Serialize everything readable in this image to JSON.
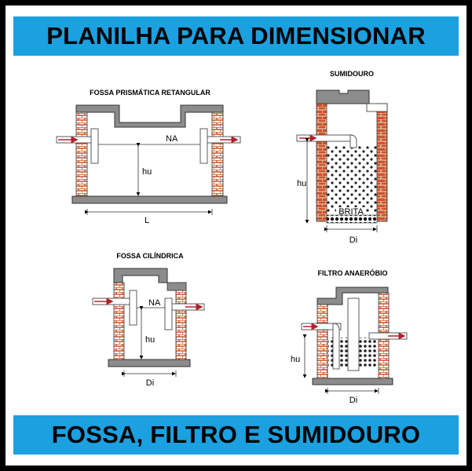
{
  "header": {
    "title": "PLANILHA PARA DIMENSIONAR"
  },
  "footer": {
    "title": "FOSSA, FILTRO E SUMIDOURO"
  },
  "diagrams": {
    "rect_tank": {
      "title": "FOSSA PRISMÁTICA RETANGULAR",
      "water_level": "NA",
      "height": "hu",
      "length": "L"
    },
    "sumidouro": {
      "title": "SUMIDOURO",
      "height": "hu",
      "gravel": "BRITA",
      "diameter": "Di"
    },
    "cyl_tank": {
      "title": "FOSSA CILÍNDRICA",
      "water_level": "NA",
      "height": "hu",
      "diameter": "Di"
    },
    "filter": {
      "title": "FILTRO ANAERÓBIO",
      "height": "hu",
      "diameter": "Di"
    }
  },
  "colors": {
    "banner": "#1ba0e0",
    "brick": "#c9562a",
    "concrete": "#8c8c8c"
  }
}
